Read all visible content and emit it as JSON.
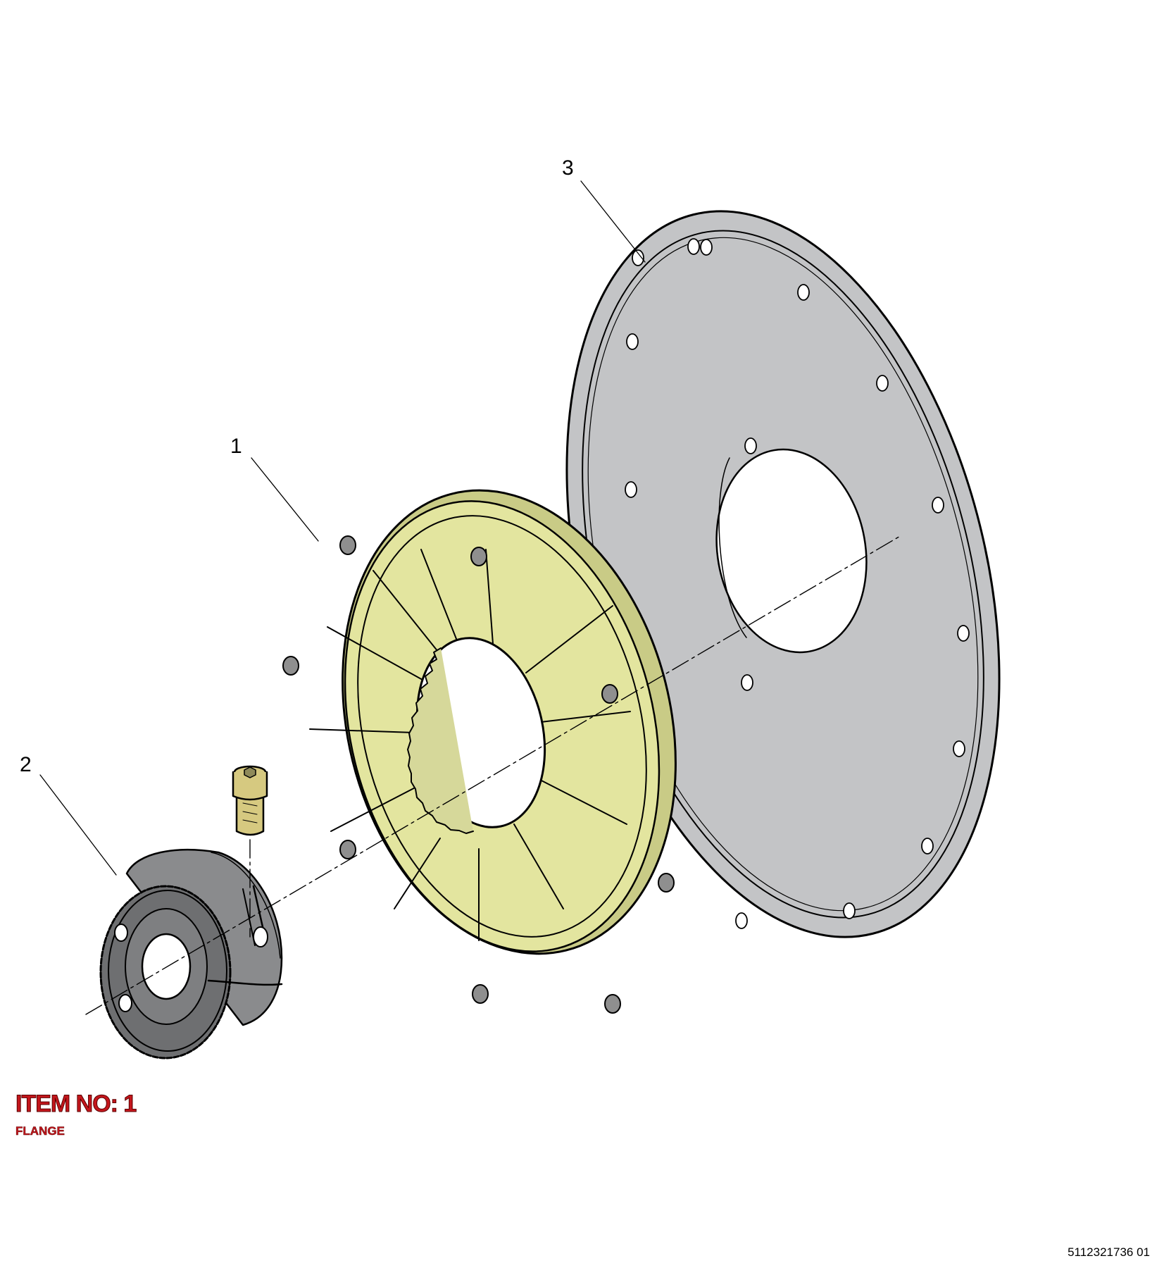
{
  "callouts": [
    {
      "label": "1",
      "part": "flange"
    },
    {
      "label": "2",
      "part": "gear-hub"
    },
    {
      "label": "3",
      "part": "cover-plate"
    }
  ],
  "item": {
    "title": "ITEM NO: 1",
    "name": "FLANGE"
  },
  "doc_id": "5112321736  01",
  "colors": {
    "flange": "#e3e59f",
    "plate": "#c3c4c6",
    "gear": "#6e6f71",
    "bolt": "#d6c980",
    "highlight_text": "#c4161c"
  },
  "icons": [
    "bolt-icon",
    "gear-icon"
  ]
}
